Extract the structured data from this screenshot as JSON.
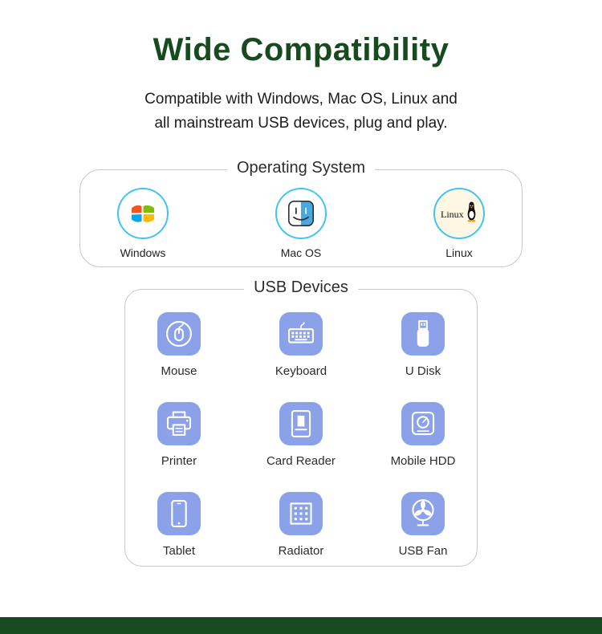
{
  "page": {
    "title": "Wide Compatibility",
    "subtitle_line1": "Compatible with Windows, Mac OS, Linux and",
    "subtitle_line2": "all mainstream USB devices, plug and play."
  },
  "os_section": {
    "title": "Operating System",
    "items": [
      {
        "label": "Windows",
        "icon": "windows-logo-icon"
      },
      {
        "label": "Mac OS",
        "icon": "mac-os-logo-icon"
      },
      {
        "label": "Linux",
        "icon": "linux-logo-icon"
      }
    ]
  },
  "usb_section": {
    "title": "USB Devices",
    "items": [
      {
        "label": "Mouse",
        "icon": "mouse-icon"
      },
      {
        "label": "Keyboard",
        "icon": "keyboard-icon"
      },
      {
        "label": "U Disk",
        "icon": "u-disk-icon"
      },
      {
        "label": "Printer",
        "icon": "printer-icon"
      },
      {
        "label": "Card Reader",
        "icon": "card-reader-icon"
      },
      {
        "label": "Mobile HDD",
        "icon": "mobile-hdd-icon"
      },
      {
        "label": "Tablet",
        "icon": "tablet-icon"
      },
      {
        "label": "Radiator",
        "icon": "radiator-icon"
      },
      {
        "label": "USB Fan",
        "icon": "usb-fan-icon"
      }
    ]
  },
  "colors": {
    "heading_green": "#174a1f",
    "footer_green": "#174a1f",
    "tile_blue": "#8ba1e8",
    "os_ring_cyan": "#41c4ee"
  }
}
